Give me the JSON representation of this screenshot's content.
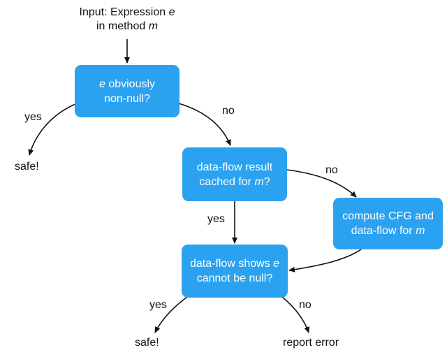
{
  "input": {
    "line1_prefix": "Input: Expression ",
    "line1_var": "e",
    "line2_prefix": "in method ",
    "line2_var": "m"
  },
  "nodes": {
    "obviously_nonnull": {
      "line1_var": "e",
      "line1_suffix": " obviously",
      "line2": "non-null?"
    },
    "cached": {
      "line1": "data-flow result",
      "line2_prefix": "cached for ",
      "line2_var": "m",
      "line2_suffix": "?"
    },
    "compute": {
      "line1": "compute CFG and",
      "line2_prefix": "data-flow for ",
      "line2_var": "m"
    },
    "shows_nonnull": {
      "line1_prefix": "data-flow shows ",
      "line1_var": "e",
      "line2": "cannot be null?"
    }
  },
  "edge_labels": {
    "yes_obviously": "yes",
    "no_obviously": "no",
    "no_cached": "no",
    "yes_cached": "yes",
    "yes_shows": "yes",
    "no_shows": "no"
  },
  "terminals": {
    "safe_top": "safe!",
    "safe_bottom": "safe!",
    "report_error": "report error"
  },
  "colors": {
    "box_fill": "#2ba2f0",
    "box_text": "#ffffff",
    "arrow": "#111111"
  }
}
